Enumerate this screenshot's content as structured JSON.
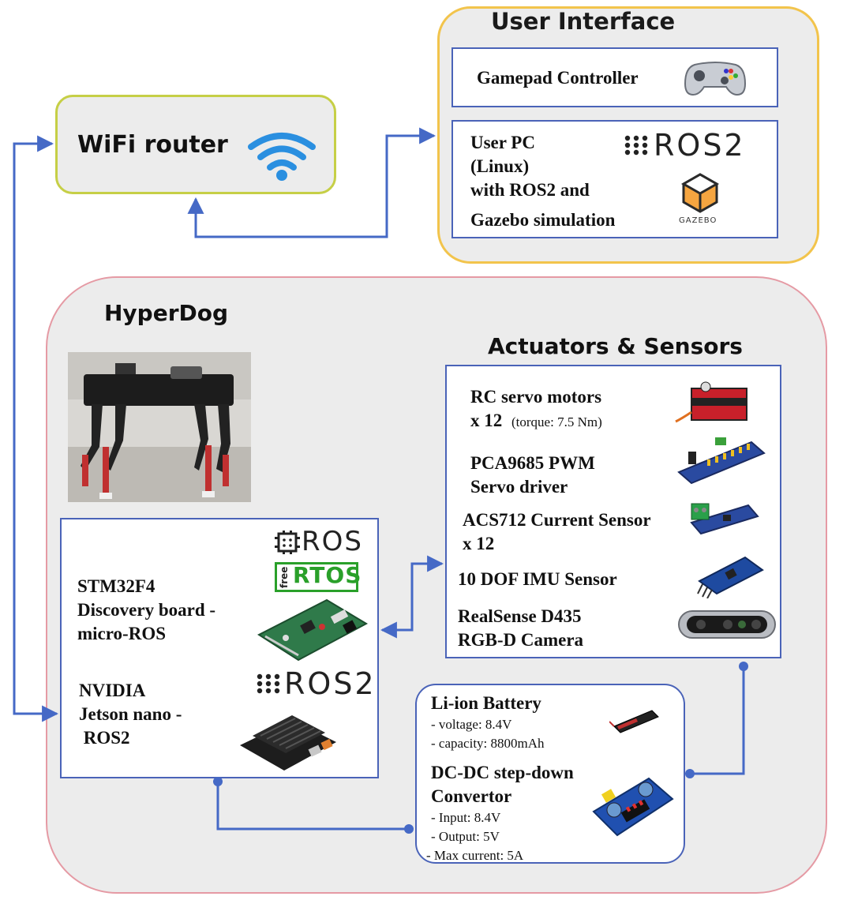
{
  "user_interface": {
    "title": "User Interface",
    "gamepad_label": "Gamepad Controller",
    "pc_line1": "User PC",
    "pc_line2": "(Linux)",
    "pc_line3": "with ROS2 and",
    "pc_line4": "Gazebo simulation",
    "ros2_logo": "ROS2",
    "gazebo_logo": "GAZEBO"
  },
  "wifi": {
    "label": "WiFi router"
  },
  "hyperdog": {
    "title": "HyperDog",
    "stm_line1": "STM32F4",
    "stm_line2": "Discovery board -",
    "stm_line3": "micro-ROS",
    "jetson_line1": "NVIDIA",
    "jetson_line2": "Jetson nano -",
    "jetson_line3": " ROS2",
    "ros_logo": "ROS",
    "freertos_free": "free",
    "freertos_rtos": "RTOS",
    "ros2_logo": "ROS2"
  },
  "actuators": {
    "title": "Actuators & Sensors",
    "servo_line1": "RC servo motors",
    "servo_line2": "x 12",
    "servo_torque": "(torque: 7.5 Nm)",
    "pca_line1": "PCA9685 PWM",
    "pca_line2": "Servo driver",
    "acs_line1": "ACS712 Current Sensor",
    "acs_line2": "x 12",
    "imu_label": "10 DOF IMU Sensor",
    "cam_line1": "RealSense D435",
    "cam_line2": "RGB-D Camera"
  },
  "power": {
    "battery_title": "Li-ion Battery",
    "battery_voltage": "- voltage: 8.4V",
    "battery_capacity": "- capacity: 8800mAh",
    "dcdc_line1": "DC-DC step-down",
    "dcdc_line2": "Convertor",
    "dcdc_input": "- Input: 8.4V",
    "dcdc_output": "- Output: 5V",
    "dcdc_max": "- Max current: 5A"
  },
  "colors": {
    "connector": "#4569c6",
    "ui_border": "#f2c44c",
    "wifi_border": "#c6cf46",
    "hyperdog_border": "#e59aa4",
    "box_border": "#4a63b8",
    "wifi_icon": "#2a8fe0"
  }
}
